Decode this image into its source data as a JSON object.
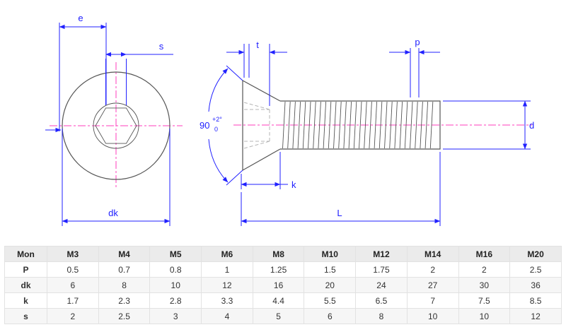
{
  "drawing": {
    "front_view": {
      "label_e": "e",
      "label_s": "s",
      "label_dk": "dk"
    },
    "side_view": {
      "label_t": "t",
      "label_p": "p",
      "label_k": "k",
      "label_L": "L",
      "label_d": "d",
      "label_angle": "90",
      "label_angle_tol_upper": "+2°",
      "label_angle_tol_lower": "0"
    },
    "colors": {
      "dimension": "#2121ff",
      "outline": "#555555",
      "centerline": "#ff3dbd",
      "hidden": "#b5b5b5"
    }
  },
  "table": {
    "headers": [
      "Mon",
      "M3",
      "M4",
      "M5",
      "M6",
      "M8",
      "M10",
      "M12",
      "M14",
      "M16",
      "M20"
    ],
    "rows": [
      {
        "label": "P",
        "values": [
          "0.5",
          "0.7",
          "0.8",
          "1",
          "1.25",
          "1.5",
          "1.75",
          "2",
          "2",
          "2.5"
        ]
      },
      {
        "label": "dk",
        "values": [
          "6",
          "8",
          "10",
          "12",
          "16",
          "20",
          "24",
          "27",
          "30",
          "36"
        ]
      },
      {
        "label": "k",
        "values": [
          "1.7",
          "2.3",
          "2.8",
          "3.3",
          "4.4",
          "5.5",
          "6.5",
          "7",
          "7.5",
          "8.5"
        ]
      },
      {
        "label": "s",
        "values": [
          "2",
          "2.5",
          "3",
          "4",
          "5",
          "6",
          "8",
          "10",
          "10",
          "12"
        ]
      }
    ]
  }
}
